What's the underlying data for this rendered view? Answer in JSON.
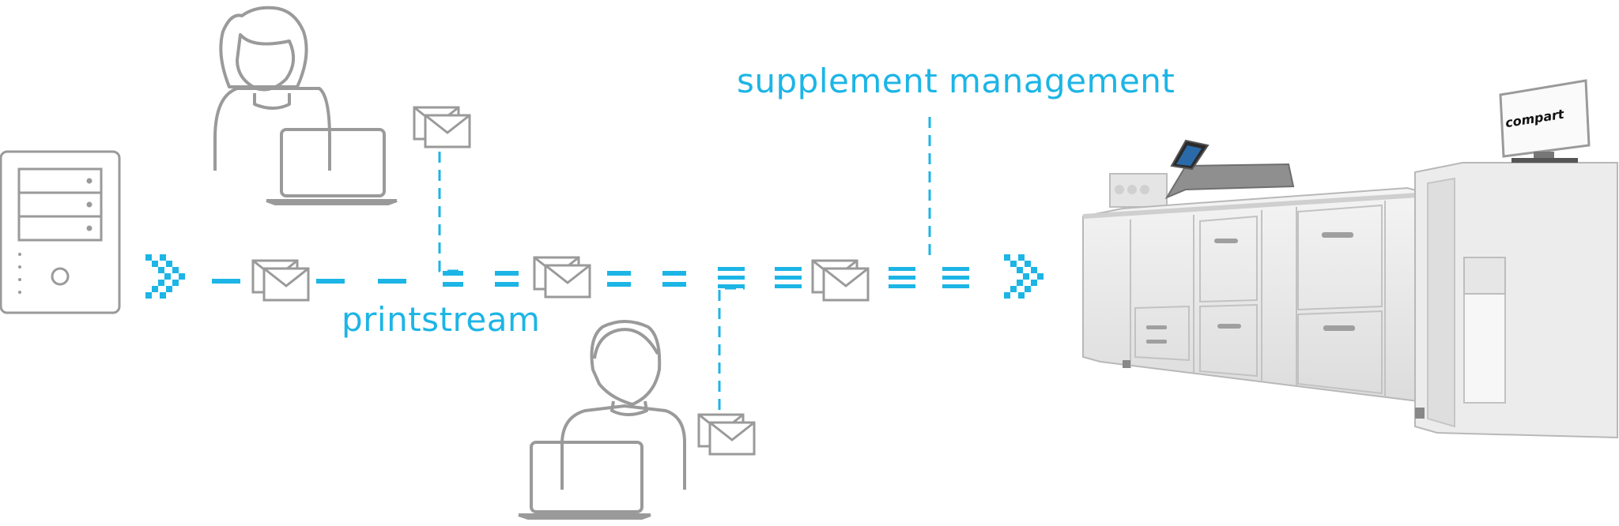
{
  "labels": {
    "supplement_management": "supplement management",
    "printstream": "printstream"
  },
  "printer_screen": {
    "brand": "compart"
  },
  "icons": {
    "server": "server-icon",
    "woman_user": "woman-with-laptop-icon",
    "man_user": "man-with-laptop-icon",
    "envelope": "envelope-stack-icon",
    "arrow": "double-chevron-arrow-icon",
    "printer": "production-printer-icon"
  },
  "colors": {
    "accent": "#1cb5e6",
    "outline_gray": "#9a9a9a",
    "printer_body": "#e9e9e9"
  }
}
